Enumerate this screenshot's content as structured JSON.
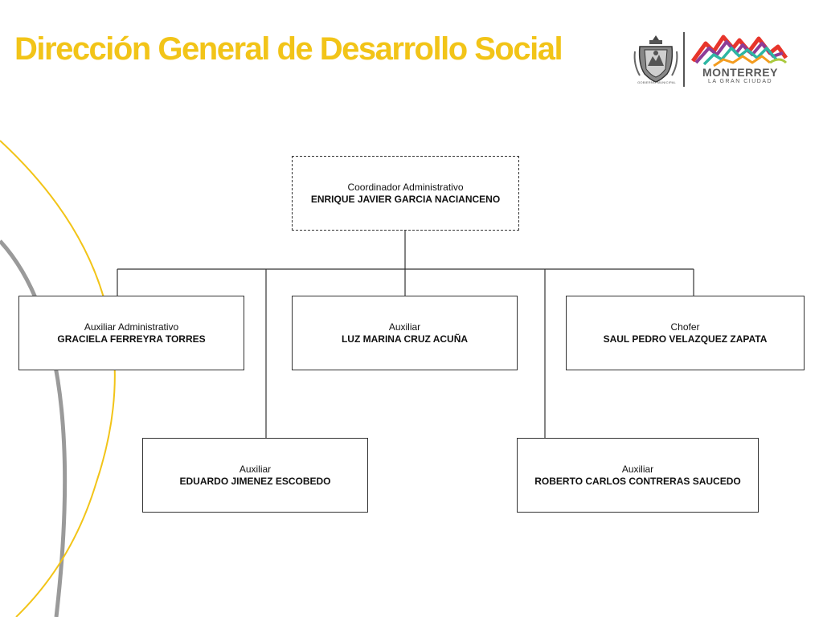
{
  "title": "Dirección General de Desarrollo Social",
  "colors": {
    "accent": "#f2c418",
    "gray_arc": "#9a9a9a",
    "text": "#111111"
  },
  "logos": {
    "seal_icon": "monterrey-coat-of-arms-icon",
    "seal_caption": "GOBIERNO MUNICIPAL",
    "brand_icon": "monterrey-mountains-logo-icon",
    "brand_name": "MONTERREY",
    "brand_tagline": "LA GRAN CIUDAD"
  },
  "org_chart": {
    "root": {
      "role": "Coordinador Administrativo",
      "name": "ENRIQUE JAVIER GARCIA NACIANCENO"
    },
    "staff": [
      {
        "role": "Auxiliar Administrativo",
        "name": "GRACIELA FERREYRA TORRES"
      },
      {
        "role": "Auxiliar",
        "name": "LUZ MARINA CRUZ ACUÑA"
      },
      {
        "role": "Chofer",
        "name": "SAUL PEDRO VELAZQUEZ ZAPATA"
      },
      {
        "role": "Auxiliar",
        "name": "EDUARDO JIMENEZ ESCOBEDO"
      },
      {
        "role": "Auxiliar",
        "name": "ROBERTO CARLOS CONTRERAS SAUCEDO"
      }
    ]
  }
}
